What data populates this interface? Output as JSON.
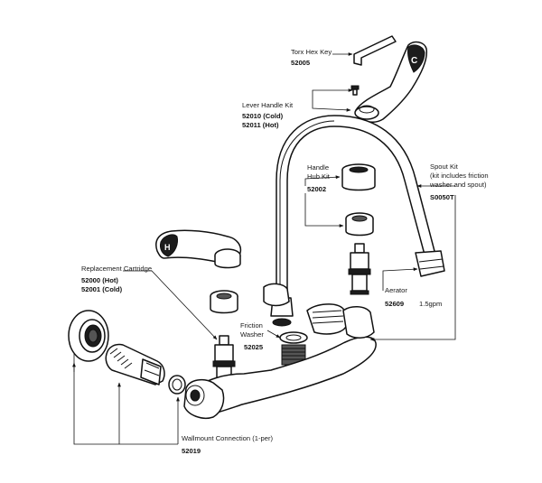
{
  "callouts": {
    "torx_hex_key": {
      "label": "Torx Hex Key",
      "number": "52005"
    },
    "lever_handle_kit": {
      "label": "Lever Handle Kit",
      "cold": "52010 (Cold)",
      "hot": "52011 (Hot)"
    },
    "handle_hub_kit": {
      "label_line1": "Handle",
      "label_line2": "Hub Kit",
      "number": "52002"
    },
    "spout_kit": {
      "label_line1": "Spout Kit",
      "label_line2": "(kit includes friction",
      "label_line3": "washer and  spout)",
      "number": "S0050T"
    },
    "replacement_cartridge": {
      "label": "Replacement Cartridge",
      "hot": "52000  (Hot)",
      "cold": "52001  (Cold)"
    },
    "aerator": {
      "label": "Aerator",
      "number": "52609",
      "flow": "1.5gpm"
    },
    "friction_washer": {
      "label_line1": "Friction",
      "label_line2": "Washer",
      "number": "52025"
    },
    "wallmount_connection": {
      "label": "Wallmount Connection (1-per)",
      "number": "52019"
    }
  }
}
